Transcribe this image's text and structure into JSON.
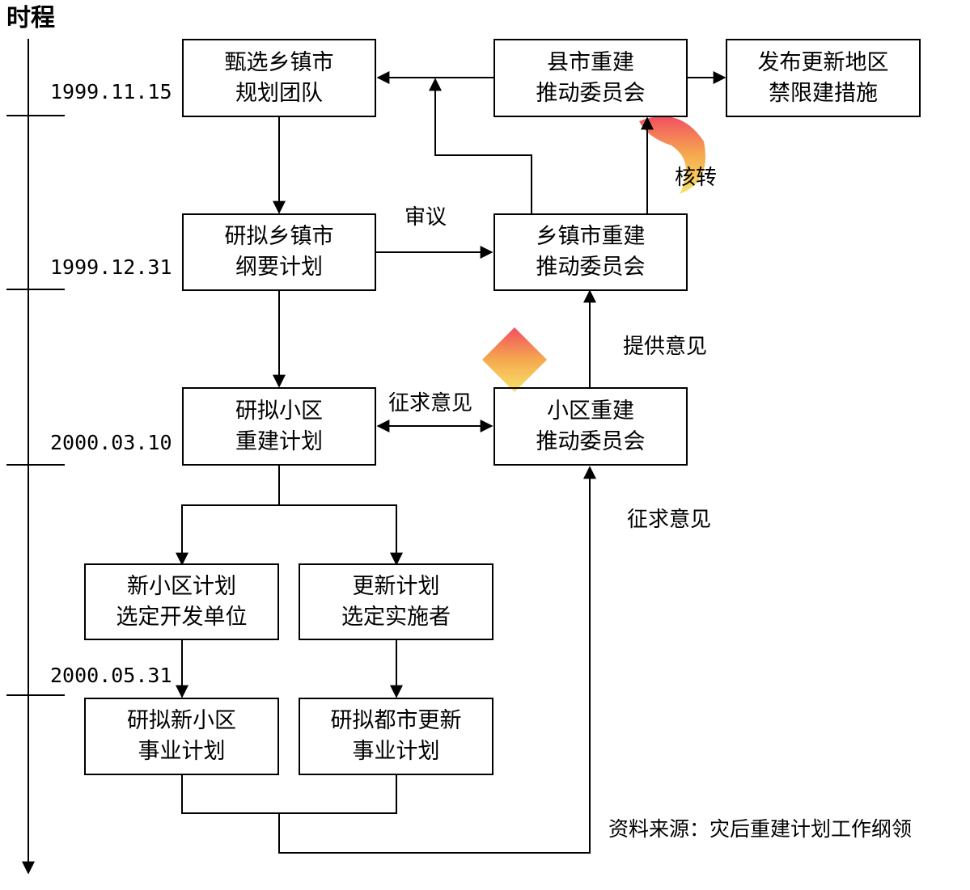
{
  "axis_title": "时程",
  "dates": [
    "1999.11.15",
    "1999.12.31",
    "2000.03.10",
    "2000.05.31"
  ],
  "boxes": {
    "select_team": [
      "甄选乡镇市",
      "规划团队"
    ],
    "county_committee": [
      "县市重建",
      "推动委员会"
    ],
    "publish_restrictions": [
      "发布更新地区",
      "禁限建措施"
    ],
    "draft_outline": [
      "研拟乡镇市",
      "纲要计划"
    ],
    "town_committee": [
      "乡镇市重建",
      "推动委员会"
    ],
    "draft_community_plan": [
      "研拟小区",
      "重建计划"
    ],
    "community_committee": [
      "小区重建",
      "推动委员会"
    ],
    "new_community_developer": [
      "新小区计划",
      "选定开发单位"
    ],
    "renewal_implementer": [
      "更新计划",
      "选定实施者"
    ],
    "new_community_project": [
      "研拟新小区",
      "事业计划"
    ],
    "urban_renewal_project": [
      "研拟都市更新",
      "事业计划"
    ]
  },
  "labels": {
    "review": "审议",
    "transfer": "核转",
    "provide_opinion": "提供意见",
    "solicit_opinion_1": "征求意见",
    "solicit_opinion_2": "征求意见"
  },
  "source": "资料来源：灾后重建计划工作纲领",
  "colors": {
    "watermark_red": "#f03c50",
    "watermark_orange": "#f5a03c",
    "watermark_yellow": "#f7e05a"
  }
}
